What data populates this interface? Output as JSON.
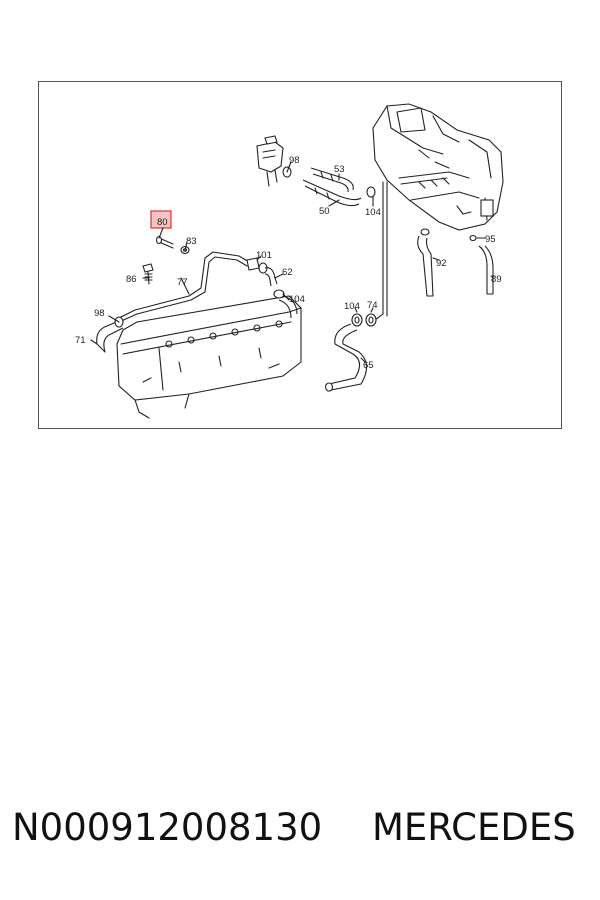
{
  "part_number": "N000912008130",
  "brand": "MERCEDES",
  "highlight_color": "#e03030",
  "callouts": {
    "c80": "80",
    "c83": "83",
    "c86": "86",
    "c77": "77",
    "c98a": "98",
    "c71": "71",
    "c101": "101",
    "c62": "62",
    "c104a": "104",
    "c98b": "98",
    "c53": "53",
    "c50": "50",
    "c104b": "104",
    "c95": "95",
    "c92": "92",
    "c89": "89",
    "c104c": "104",
    "c74": "74",
    "c65": "65"
  }
}
